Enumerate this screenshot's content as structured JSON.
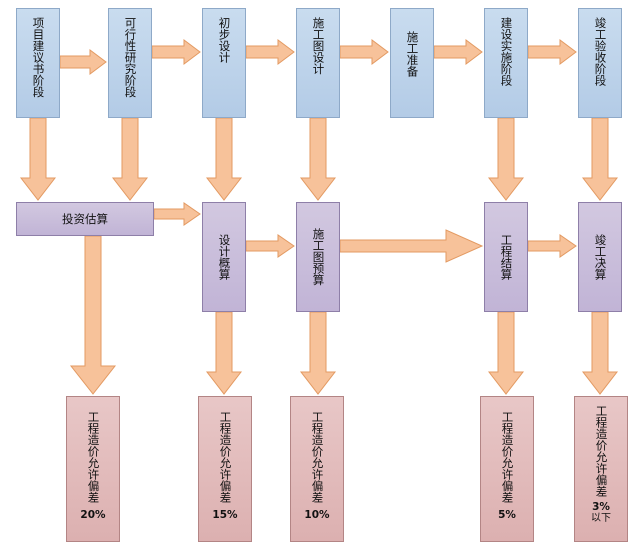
{
  "phases": [
    {
      "id": "p1",
      "label": "项目建议书阶段"
    },
    {
      "id": "p2",
      "label": "可行性研究阶段"
    },
    {
      "id": "p3",
      "label": "初步设计"
    },
    {
      "id": "p4",
      "label": "施工图设计"
    },
    {
      "id": "p5",
      "label": "施工准备"
    },
    {
      "id": "p6",
      "label": "建设实施阶段"
    },
    {
      "id": "p7",
      "label": "竣工验收阶段"
    }
  ],
  "estimates": [
    {
      "id": "e1",
      "label": "投资估算"
    },
    {
      "id": "e2",
      "label": "设计概算"
    },
    {
      "id": "e3",
      "label": "施工图预算"
    },
    {
      "id": "e4",
      "label": "工程结算"
    },
    {
      "id": "e5",
      "label": "竣工决算"
    }
  ],
  "deviations": [
    {
      "id": "d1",
      "label": "工程造价允许偏差",
      "value": "20%",
      "note": ""
    },
    {
      "id": "d2",
      "label": "工程造价允许偏差",
      "value": "15%",
      "note": ""
    },
    {
      "id": "d3",
      "label": "工程造价允许偏差",
      "value": "10%",
      "note": ""
    },
    {
      "id": "d4",
      "label": "工程造价允许偏差",
      "value": "5%",
      "note": ""
    },
    {
      "id": "d5",
      "label": "工程造价允许偏差",
      "value": "3%",
      "note": "以下"
    }
  ],
  "colors": {
    "arrow_fill": "#f7c29a",
    "arrow_stroke": "#e39a62",
    "phase_fill": "#bcd2ea",
    "estimate_fill": "#c9bedb",
    "deviation_fill": "#e2bcbc"
  }
}
